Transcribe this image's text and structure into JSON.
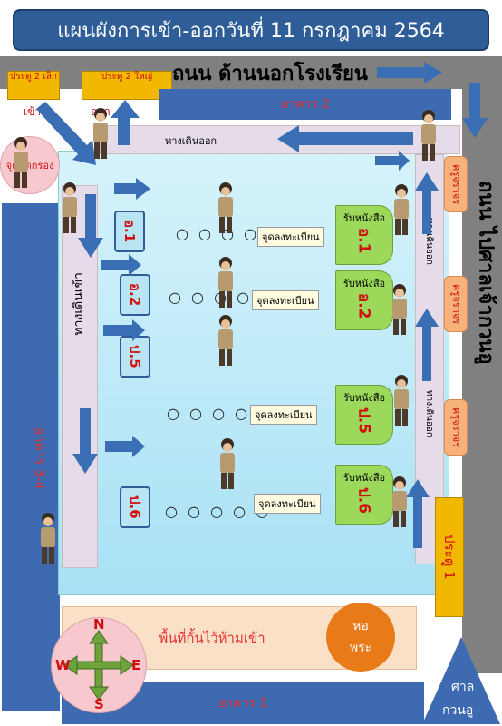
{
  "title": "แผนผังการเข้า-ออกวันที่ 11 กรกฎาคม 2564",
  "roads": {
    "top": "ถนน ด้านนอกโรงเรียน",
    "right": "ถนน ไปศาลเจ้ากวนอู"
  },
  "gates": {
    "gate2_small": "ประตู 2 เล็ก",
    "gate2_big": "ประตู 2 ใหญ่",
    "enter": "เข้า",
    "exit": "ออก",
    "gate1": "ประตู 1"
  },
  "buildings": {
    "bld2": "อาคาร 2",
    "bld34": "อาคาร 3-4",
    "bld1": "อาคาร 1"
  },
  "screening": "จุดคัดกรอง",
  "walkways": {
    "exit_path_top": "ทางเดินออก",
    "enter_path": "ทางเดินเข้า",
    "exit_path_right_1": "ทางเดินออก",
    "exit_path_right_2": "ทางเดินออก"
  },
  "classes": [
    {
      "cls": "อ.1",
      "reg": "จุดลงทะเบียน",
      "pickup": "รับหนังสือ",
      "pick_cls": "อ.1",
      "dots": "○ ○ ○ ○ ○"
    },
    {
      "cls": "อ.2",
      "reg": "จุดลงทะเบียน",
      "pickup": "รับหนังสือ",
      "pick_cls": "อ.2",
      "dots": "○ ○ ○ ○ ○"
    },
    {
      "cls": "ป.5",
      "reg": "จุดลงทะเบียน",
      "pickup": "รับหนังสือ",
      "pick_cls": "ป.5",
      "dots": "○ ○ ○ ○ ○"
    },
    {
      "cls": "ป.6",
      "reg": "จุดลงทะเบียน",
      "pickup": "รับหนังสือ",
      "pick_cls": "ป.6",
      "dots": "○ ○ ○ ○ ○"
    }
  ],
  "teacher_tags": [
    "ครูจราจร",
    "ครูจราจร",
    "ครูจราจร"
  ],
  "forbidden_zone": "พื้นที่กั้นไว้ห้ามเข้า",
  "shrine": {
    "line1": "หอ",
    "line2": "พระ"
  },
  "spirit_house": {
    "line1": "ศาล",
    "line2": "กวนอู"
  },
  "compass": {
    "n": "N",
    "s": "S",
    "e": "E",
    "w": "W"
  },
  "colors": {
    "title_bg": "#2f5d97",
    "building": "#3d6ab0",
    "arrow": "#3a6eb5",
    "label_red": "#d01010",
    "road": "#808080"
  }
}
